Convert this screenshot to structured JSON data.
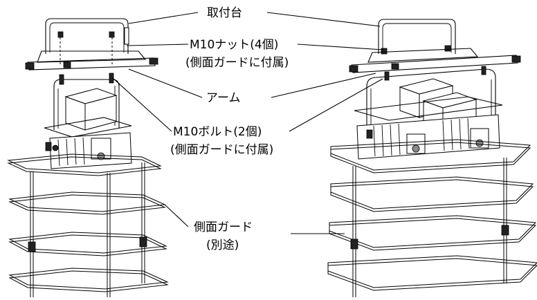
{
  "labels": {
    "mount_base": "取付台",
    "m10_nut": "M10ナット(4個)",
    "m10_nut_note": "(側面ガードに付属)",
    "arm": "アーム",
    "m10_bolt": "M10ボルト(2個)",
    "m10_bolt_note": "(側面ガードに付属)",
    "side_guard": "側面ガード",
    "side_guard_note": "(別途)"
  },
  "assemblies": [
    {
      "name": "single-unit-assembly",
      "units": 1
    },
    {
      "name": "double-unit-assembly",
      "units": 2
    }
  ]
}
